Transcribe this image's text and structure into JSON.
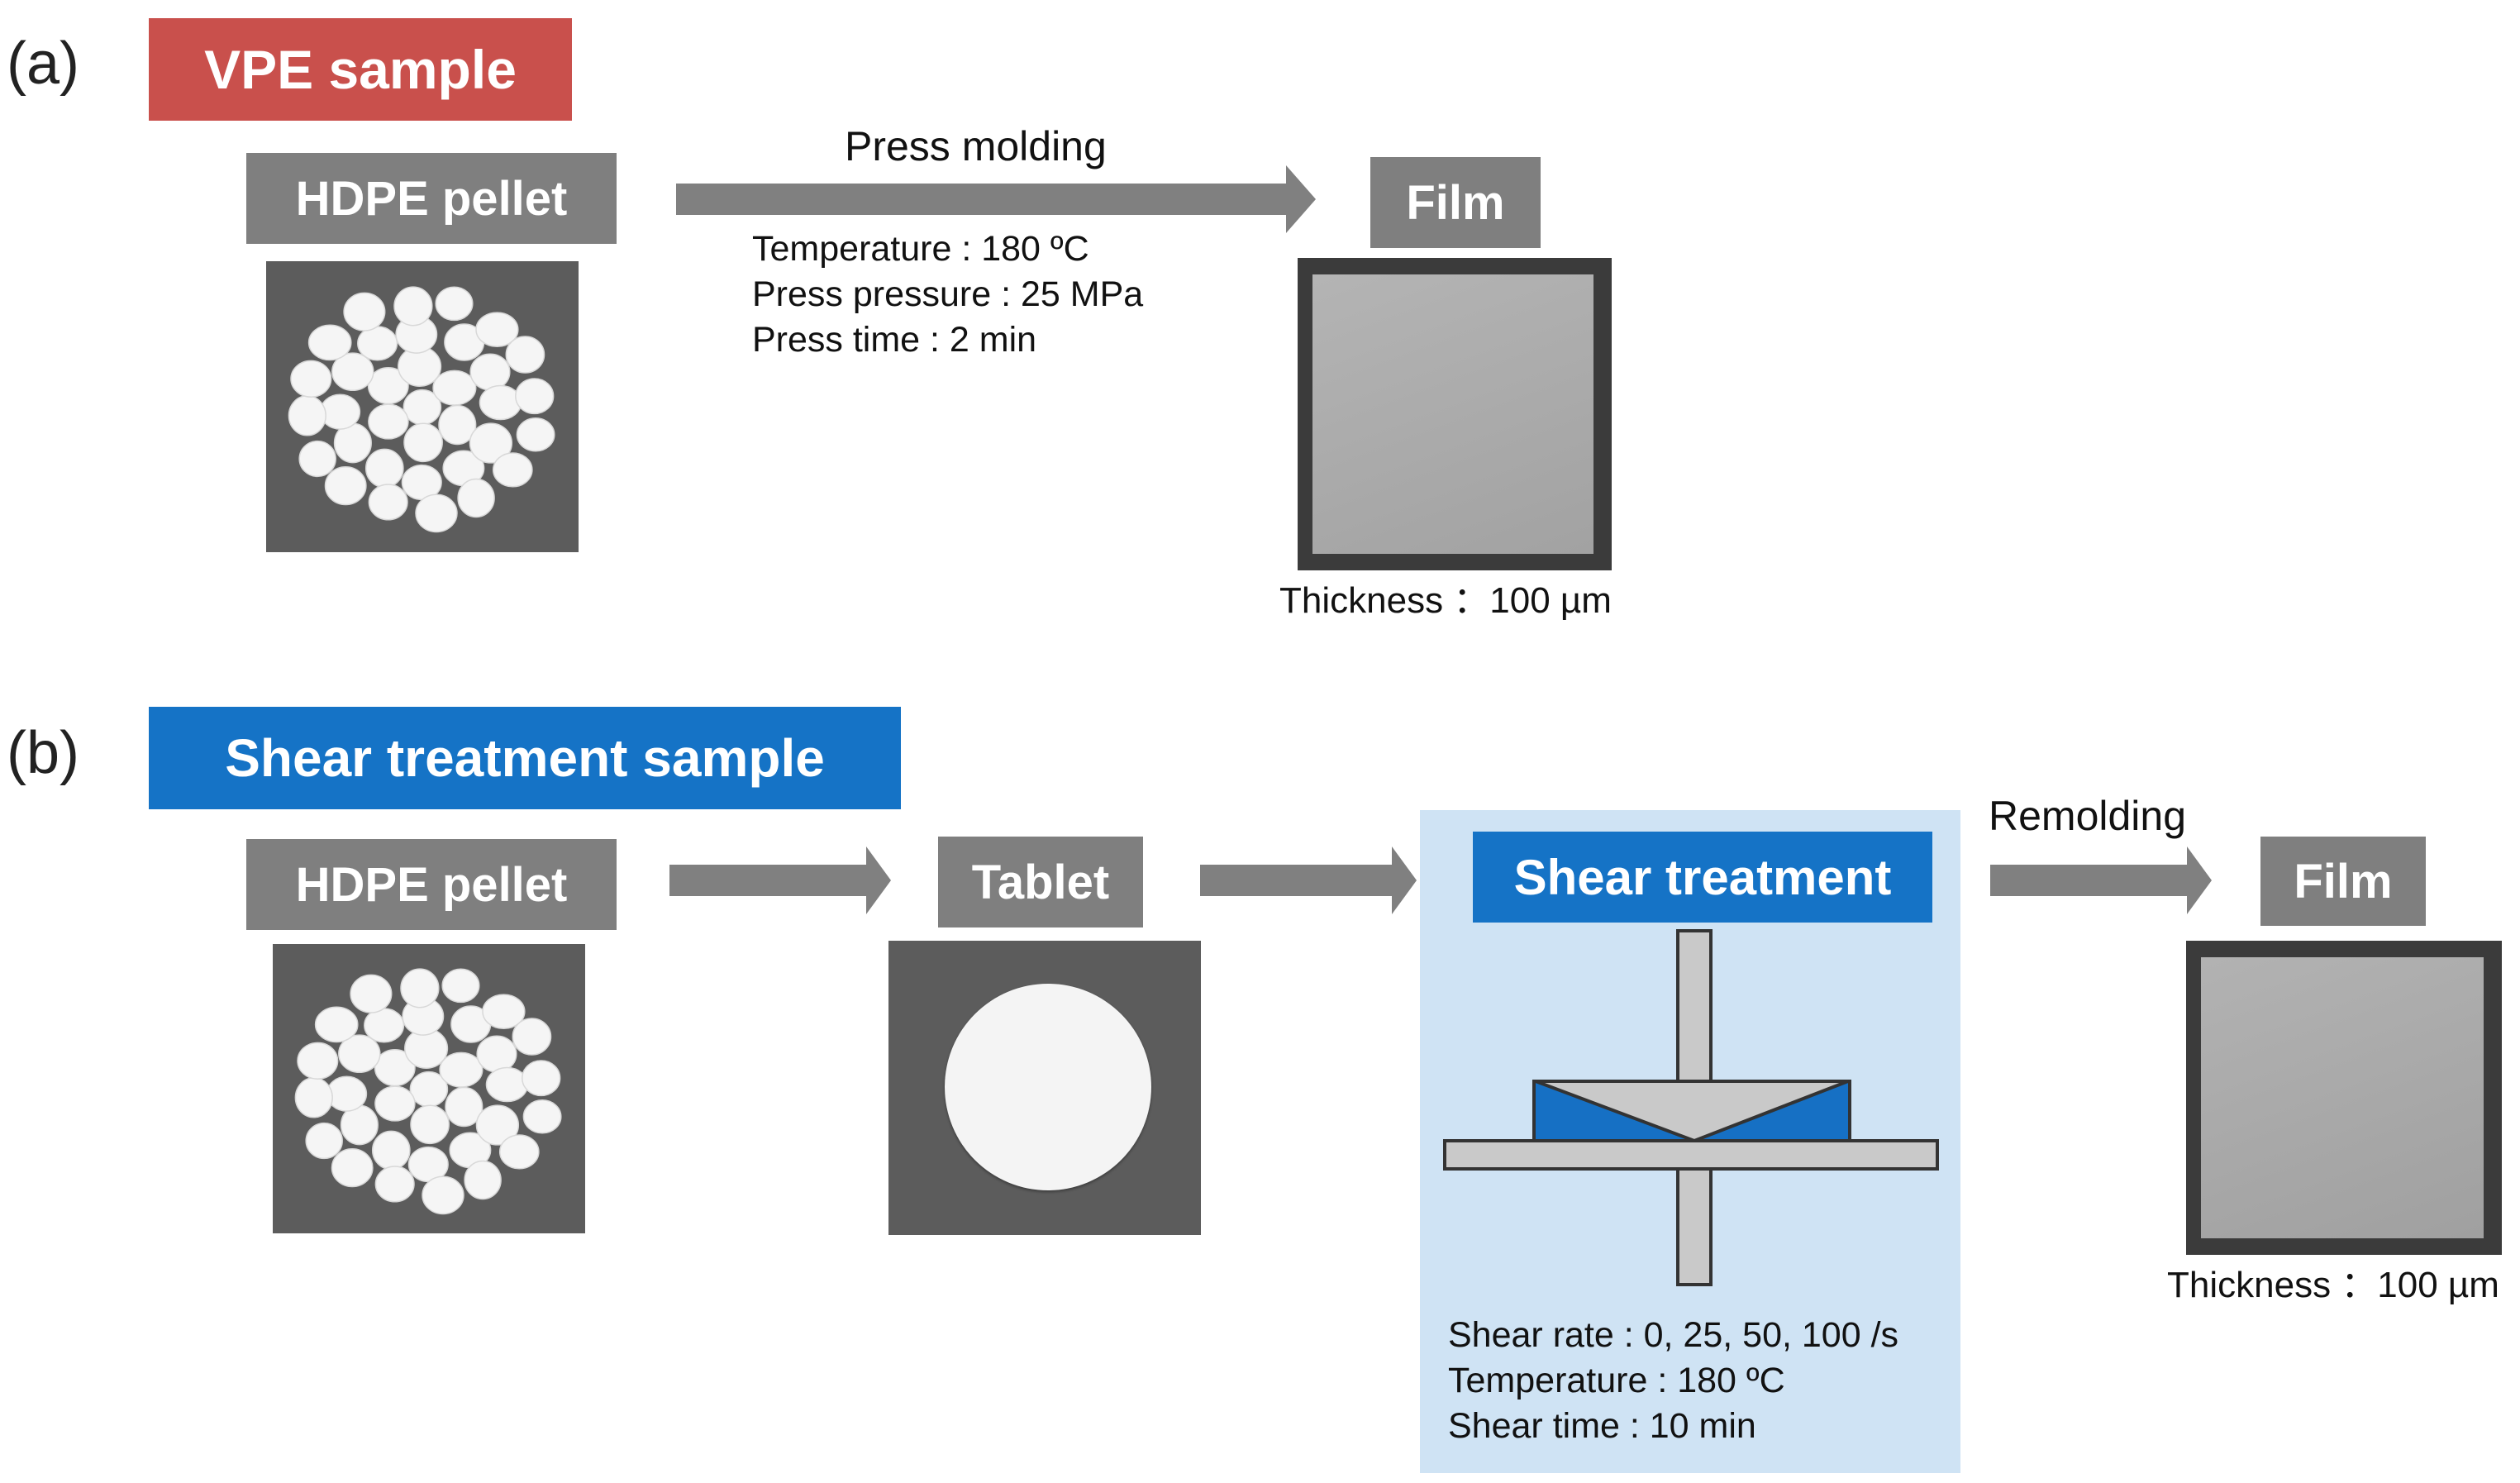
{
  "panel_a": {
    "label": "(a)",
    "title": "VPE sample",
    "title_color": "#c9504c",
    "pellet_label": "HDPE pellet",
    "arrow_label": "Press molding",
    "params": [
      "Temperature : 180 ºC",
      "Press pressure : 25 MPa",
      "Press time : 2 min"
    ],
    "film_label": "Film",
    "thickness": "Thickness ：100 µm"
  },
  "panel_b": {
    "label": "(b)",
    "title": "Shear treatment sample",
    "title_color": "#1573c6",
    "pellet_label": "HDPE pellet",
    "tablet_label": "Tablet",
    "shear_label": "Shear treatment",
    "shear_box_color": "#cfe3f4",
    "params": [
      "Shear rate : 0, 25, 50, 100 /s",
      "Temperature : 180 ºC",
      "Shear time : 10 min"
    ],
    "remold_label": "Remolding",
    "film_label": "Film",
    "thickness": "Thickness ：100 µm"
  },
  "colors": {
    "arrow": "#808080",
    "grey_box": "#7f7f7f",
    "photo_bg": "#5c5c5c",
    "pellet": "#f4f4f4",
    "film": "#a9a9a9",
    "sample_blue": "#1670c4"
  }
}
